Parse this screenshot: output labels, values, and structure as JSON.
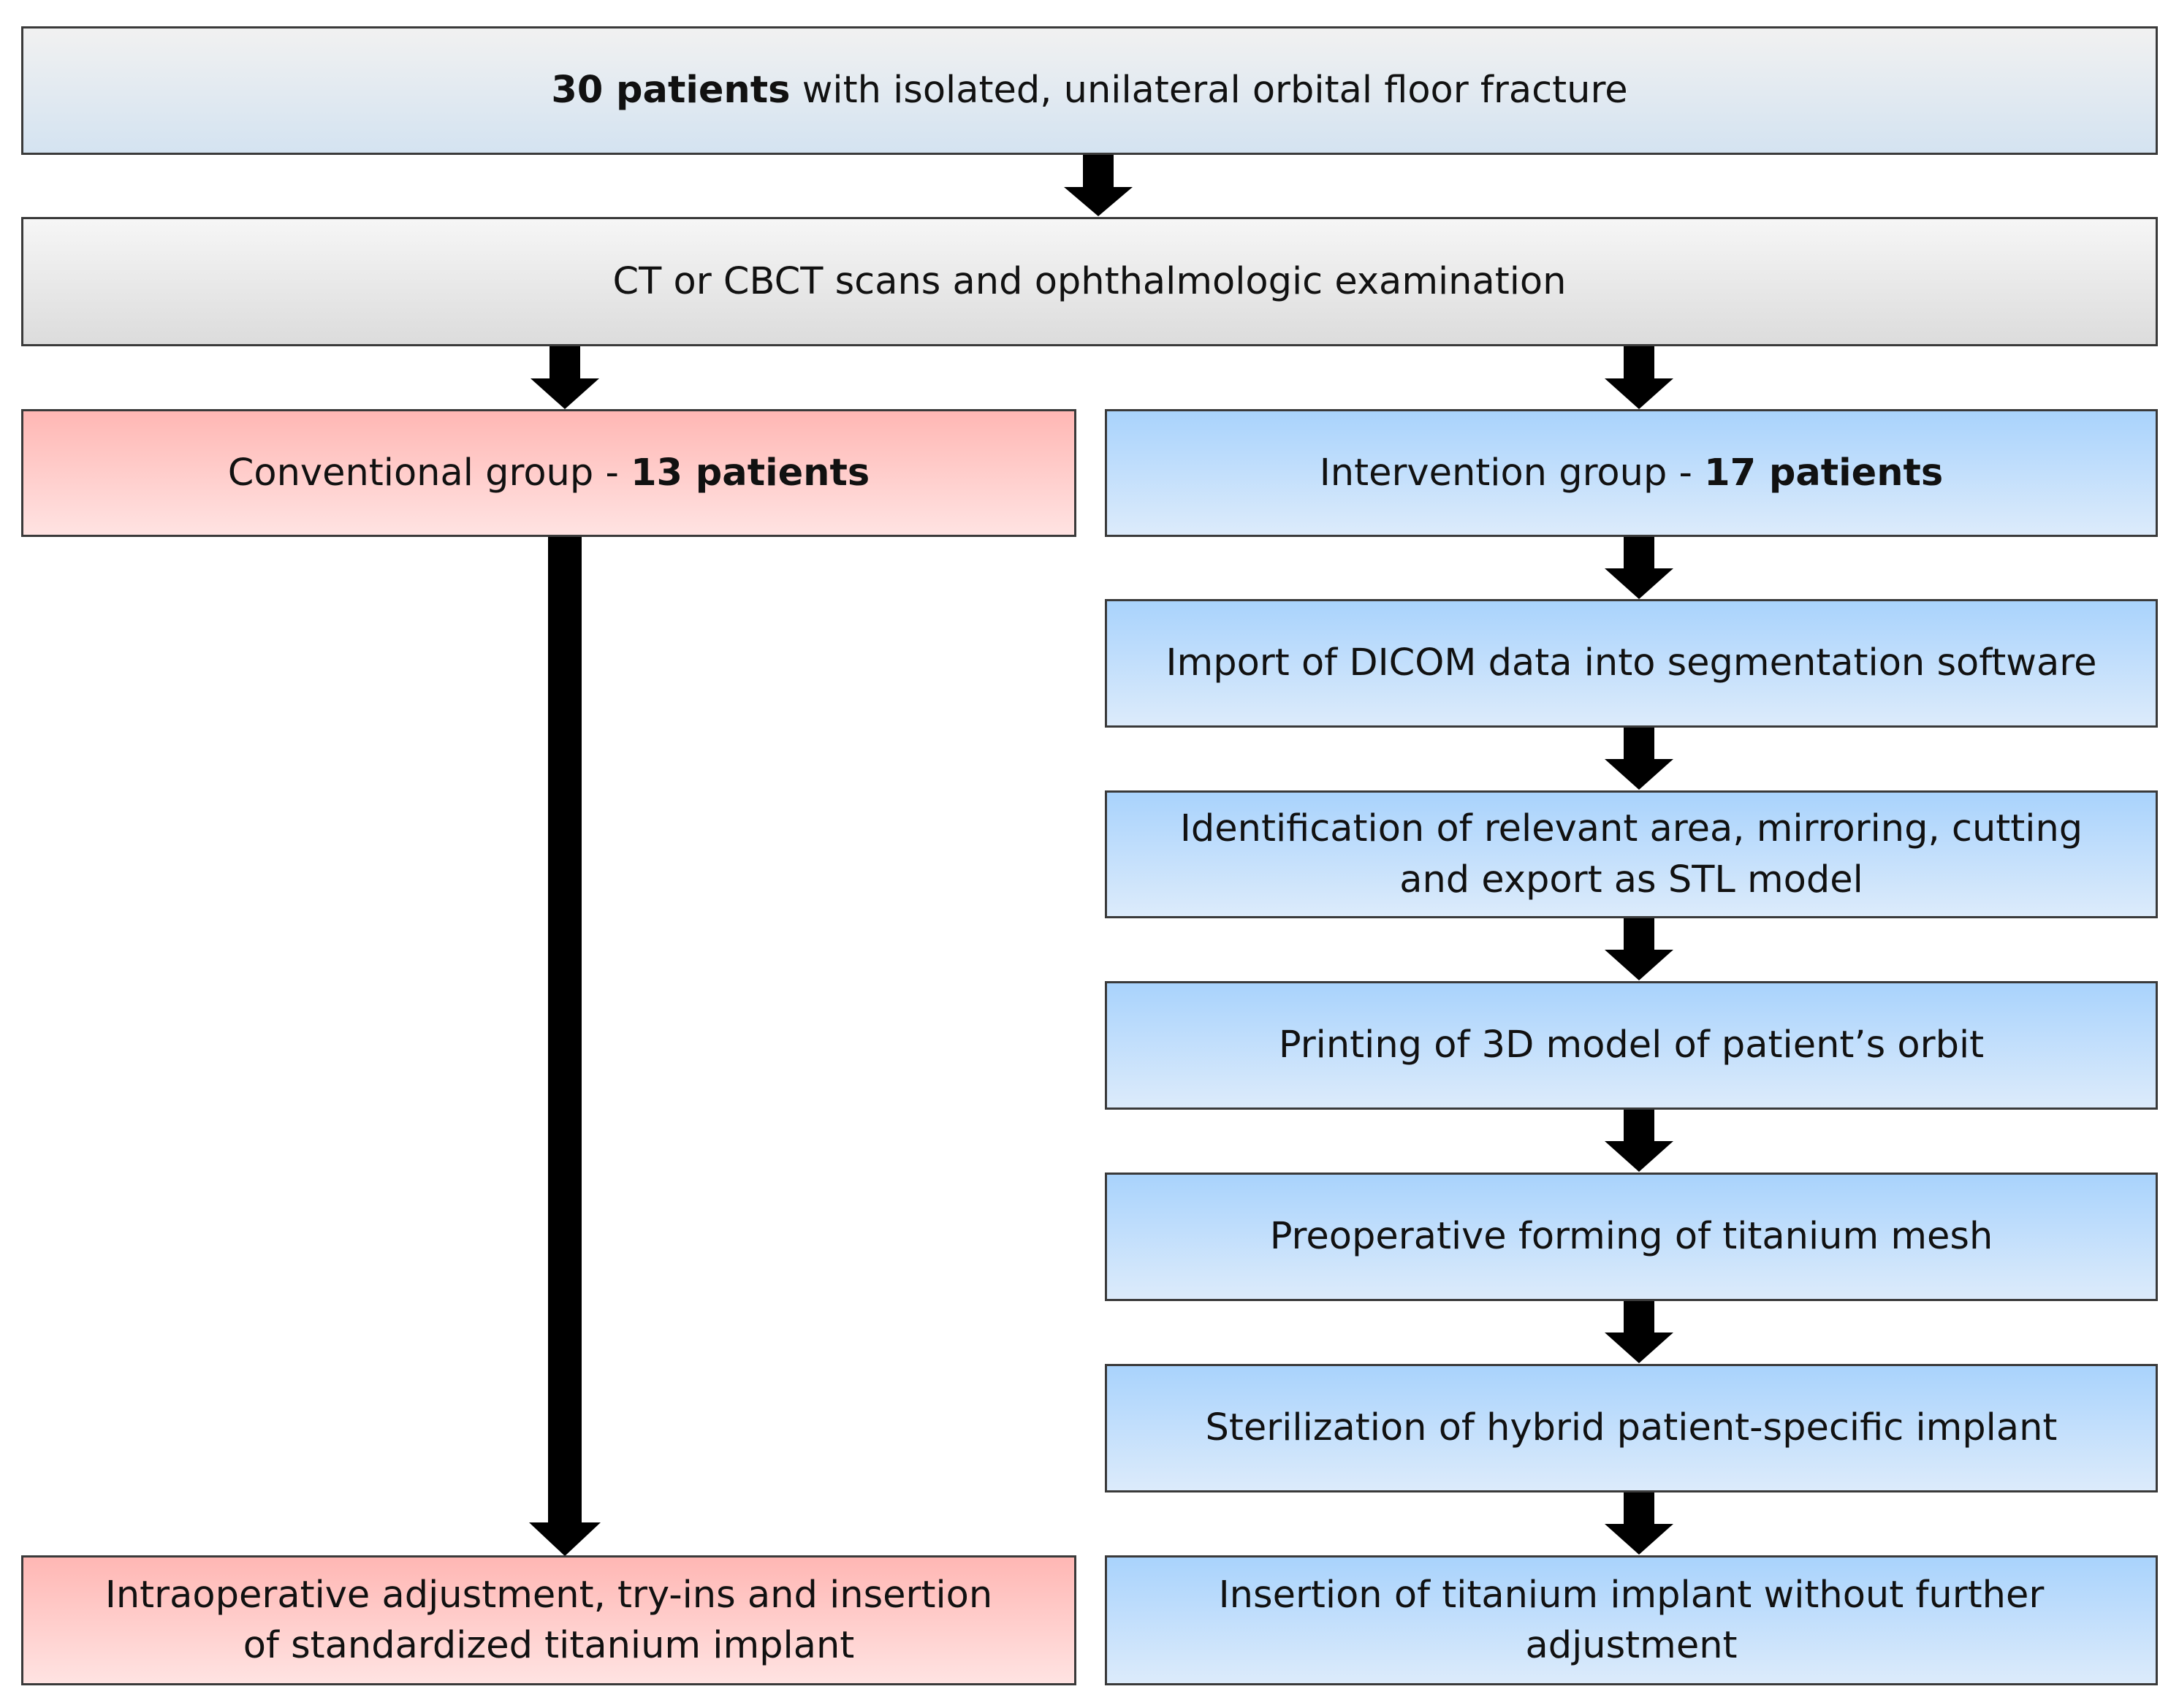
{
  "top": {
    "bold": "30 patients",
    "rest": " with isolated, unilateral orbital floor fracture"
  },
  "scans": {
    "text": "CT or CBCT scans and ophthalmologic examination"
  },
  "conventional": {
    "group_prefix": "Conventional group - ",
    "group_bold": "13 patients",
    "final_line1": "Intraoperative adjustment, try-ins and insertion",
    "final_line2": "of standardized titanium implant"
  },
  "intervention": {
    "group_prefix": "Intervention group - ",
    "group_bold": "17 patients",
    "steps": [
      {
        "line1": "Import of DICOM data into segmentation software",
        "line2": ""
      },
      {
        "line1": "Identification of relevant area, mirroring, cutting",
        "line2": "and export as STL model"
      },
      {
        "line1": "Printing of 3D model of patient’s orbit",
        "line2": ""
      },
      {
        "line1": "Preoperative forming of titanium mesh",
        "line2": ""
      },
      {
        "line1": "Sterilization of hybrid patient-specific implant",
        "line2": ""
      },
      {
        "line1": "Insertion of titanium implant without further",
        "line2": "adjustment"
      }
    ]
  },
  "colors": {
    "arrow": "#000000",
    "border": "#3a3a3a",
    "conventional_fill": "#ffc4c2",
    "intervention_fill": "#b8dafc"
  }
}
